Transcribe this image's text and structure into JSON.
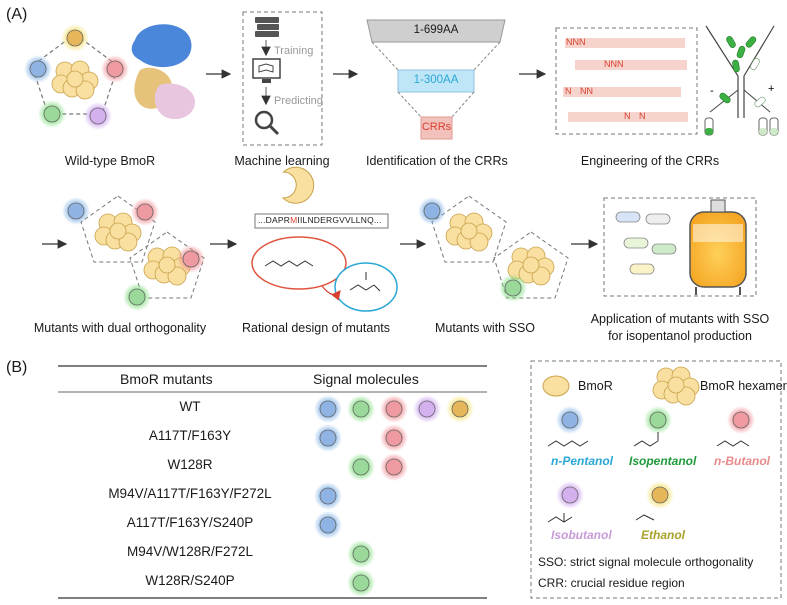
{
  "panel_a": {
    "label": "(A)",
    "steps_top": [
      "Wild-type BmoR",
      "Machine learning",
      "Identification of the CRRs",
      "Engineering of the CRRs"
    ],
    "steps_bottom": [
      "Mutants with dual orthogonality",
      "Rational design of mutants",
      "Mutants with SSO",
      "Application of mutants with SSO",
      "for isopentanol production"
    ],
    "ml_labels": [
      "Training",
      "Predicting"
    ],
    "funnel_labels": [
      "1-699AA",
      "1-300AA",
      "CRRs"
    ],
    "crr_marks": [
      "NNN",
      "NNN",
      "N",
      "NN",
      "N",
      "N"
    ],
    "sequence": "...DAPRMIILNDERGVVLLNQ...",
    "sequence_highlight": "M"
  },
  "panel_b": {
    "label": "(B)",
    "header_mutants": "BmoR mutants",
    "header_signals": "Signal molecules",
    "rows": [
      {
        "name": "WT",
        "signals": [
          "n-Pentanol",
          "Isopentanol",
          "n-Butanol",
          "Isobutanol",
          "Ethanol"
        ]
      },
      {
        "name": "A117T/F163Y",
        "signals": [
          "n-Pentanol",
          "n-Butanol"
        ]
      },
      {
        "name": "W128R",
        "signals": [
          "Isopentanol",
          "n-Butanol"
        ]
      },
      {
        "name": "M94V/A117T/F163Y/F272L",
        "signals": [
          "n-Pentanol"
        ]
      },
      {
        "name": "A117T/F163Y/S240P",
        "signals": [
          "n-Pentanol"
        ]
      },
      {
        "name": "M94V/W128R/F272L",
        "signals": [
          "Isopentanol"
        ]
      },
      {
        "name": "W128R/S240P",
        "signals": [
          "Isopentanol"
        ]
      }
    ]
  },
  "legend": {
    "bmor": "BmoR",
    "hexamer": "BmoR hexamer",
    "molecules": [
      {
        "name": "n-Pentanol",
        "color": "#2aa7d6",
        "glow": "#7fb0e6"
      },
      {
        "name": "Isopentanol",
        "color": "#1f9a3a",
        "glow": "#7fdc7f"
      },
      {
        "name": "n-Butanol",
        "color": "#e88a8a",
        "glow": "#f08a90"
      },
      {
        "name": "Isobutanol",
        "color": "#c79ad9",
        "glow": "#c9a0ee"
      },
      {
        "name": "Ethanol",
        "color": "#a9a22a",
        "glow": "#f5e070"
      }
    ],
    "sso_note": "SSO: strict signal molecule orthogonality",
    "crr_note": "CRR: crucial residue region"
  },
  "colors": {
    "shape_fill": "#f9dfa0",
    "shape_stroke": "#c9a24a",
    "funnel_top": "#cfcfcf",
    "funnel_mid": "#bfe6f7",
    "funnel_bot": "#f3c1bb",
    "bar": "#f6d3cc",
    "mark": "#d9402f"
  }
}
